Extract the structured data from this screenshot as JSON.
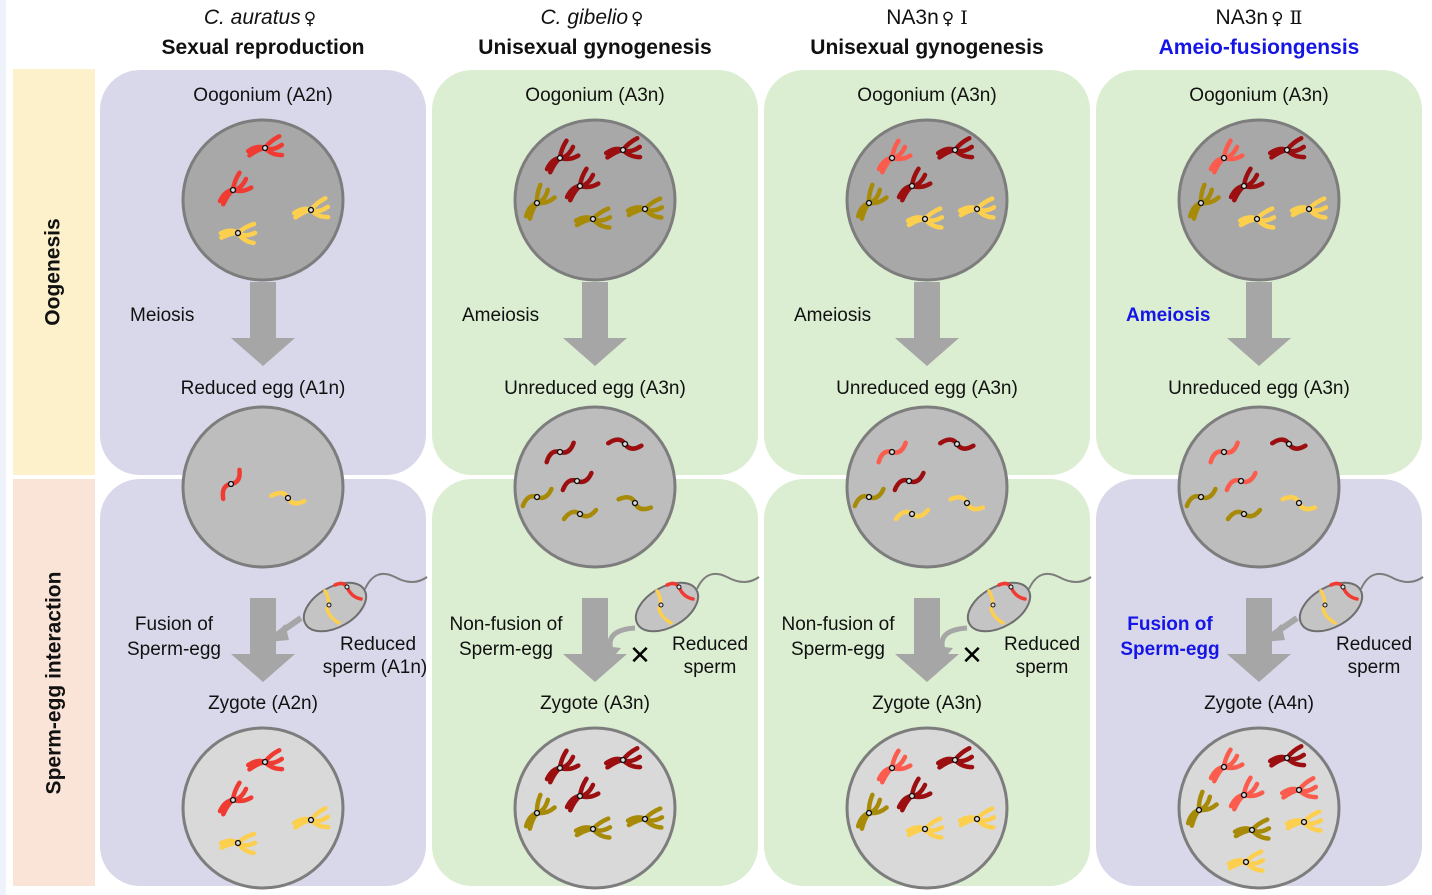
{
  "row_labels": [
    "Oogenesis",
    "Sperm-egg interaction"
  ],
  "columns": [
    {
      "species": "C. auratus",
      "species_italic": true,
      "female_symbol": "♀",
      "strain_suffix": "",
      "mode": "Sexual reproduction",
      "mode_highlight": false,
      "top_theme": "lavender",
      "bottom_theme": "lavender",
      "oogonium_label": "Oogonium (A2n)",
      "division_label": "Meiosis",
      "division_highlight": false,
      "egg_label": "Reduced egg (A1n)",
      "interaction_label": [
        "Fusion of",
        "Sperm-egg"
      ],
      "interaction_highlight": false,
      "fusion": true,
      "sperm_label": [
        "Reduced",
        "sperm (A1n)"
      ],
      "zygote_label": "Zygote (A2n)"
    },
    {
      "species": "C. gibelio",
      "species_italic": true,
      "female_symbol": "♀",
      "strain_suffix": "",
      "mode": "Unisexual gynogenesis",
      "mode_highlight": false,
      "top_theme": "green",
      "bottom_theme": "green",
      "oogonium_label": "Oogonium (A3n)",
      "division_label": "Ameiosis",
      "division_highlight": false,
      "egg_label": "Unreduced egg (A3n)",
      "interaction_label": [
        "Non-fusion of",
        "Sperm-egg"
      ],
      "interaction_highlight": false,
      "fusion": false,
      "sperm_label": [
        "Reduced",
        "sperm"
      ],
      "zygote_label": "Zygote (A3n)"
    },
    {
      "species": "NA3n",
      "species_italic": false,
      "female_symbol": "♀",
      "strain_suffix": "Ⅰ",
      "mode": "Unisexual gynogenesis",
      "mode_highlight": false,
      "top_theme": "green",
      "bottom_theme": "green",
      "oogonium_label": "Oogonium (A3n)",
      "division_label": "Ameiosis",
      "division_highlight": false,
      "egg_label": "Unreduced egg (A3n)",
      "interaction_label": [
        "Non-fusion of",
        "Sperm-egg"
      ],
      "interaction_highlight": false,
      "fusion": false,
      "sperm_label": [
        "Reduced",
        "sperm"
      ],
      "zygote_label": "Zygote (A3n)"
    },
    {
      "species": "NA3n",
      "species_italic": false,
      "female_symbol": "♀",
      "strain_suffix": "Ⅱ",
      "mode": "Ameio-fusiongensis",
      "mode_highlight": true,
      "top_theme": "green",
      "bottom_theme": "lavender",
      "oogonium_label": "Oogonium (A3n)",
      "division_label": "Ameiosis",
      "division_highlight": true,
      "egg_label": "Unreduced egg (A3n)",
      "interaction_label": [
        "Fusion of",
        "Sperm-egg"
      ],
      "interaction_highlight": true,
      "fusion": true,
      "sperm_label": [
        "Reduced",
        "sperm"
      ],
      "zygote_label": "Zygote (A4n)"
    }
  ],
  "colors": {
    "lavender_panel": "#d9d8ea",
    "green_panel": "#dbeed1",
    "oogenesis_label_bg": "#fdf1cc",
    "interaction_label_bg": "#fae3d7",
    "highlight_text": "#1515e6",
    "arrow": "#a6a6a6",
    "chrom_red": "#f03b33",
    "chrom_salmon": "#fb5c4d",
    "chrom_darkred": "#9b0f10",
    "chrom_yellow": "#fdcf4f",
    "chrom_olive": "#a78b08"
  },
  "icons": {
    "arrow": "down-arrow-icon",
    "block": "x-mark-icon",
    "sperm": "sperm-icon",
    "cell": "cell-icon"
  },
  "x_mark": "✕"
}
